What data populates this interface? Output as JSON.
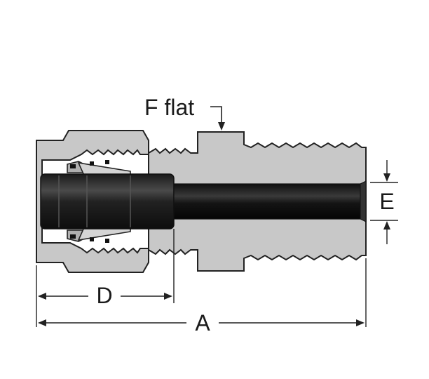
{
  "labels": {
    "f_flat": "F flat",
    "d": "D",
    "a": "A",
    "e": "E"
  },
  "colors": {
    "metal": "#c8c8c8",
    "outline": "#222222",
    "tube_dark": "#111111",
    "tube_highlight": "#555555",
    "background": "#ffffff"
  }
}
